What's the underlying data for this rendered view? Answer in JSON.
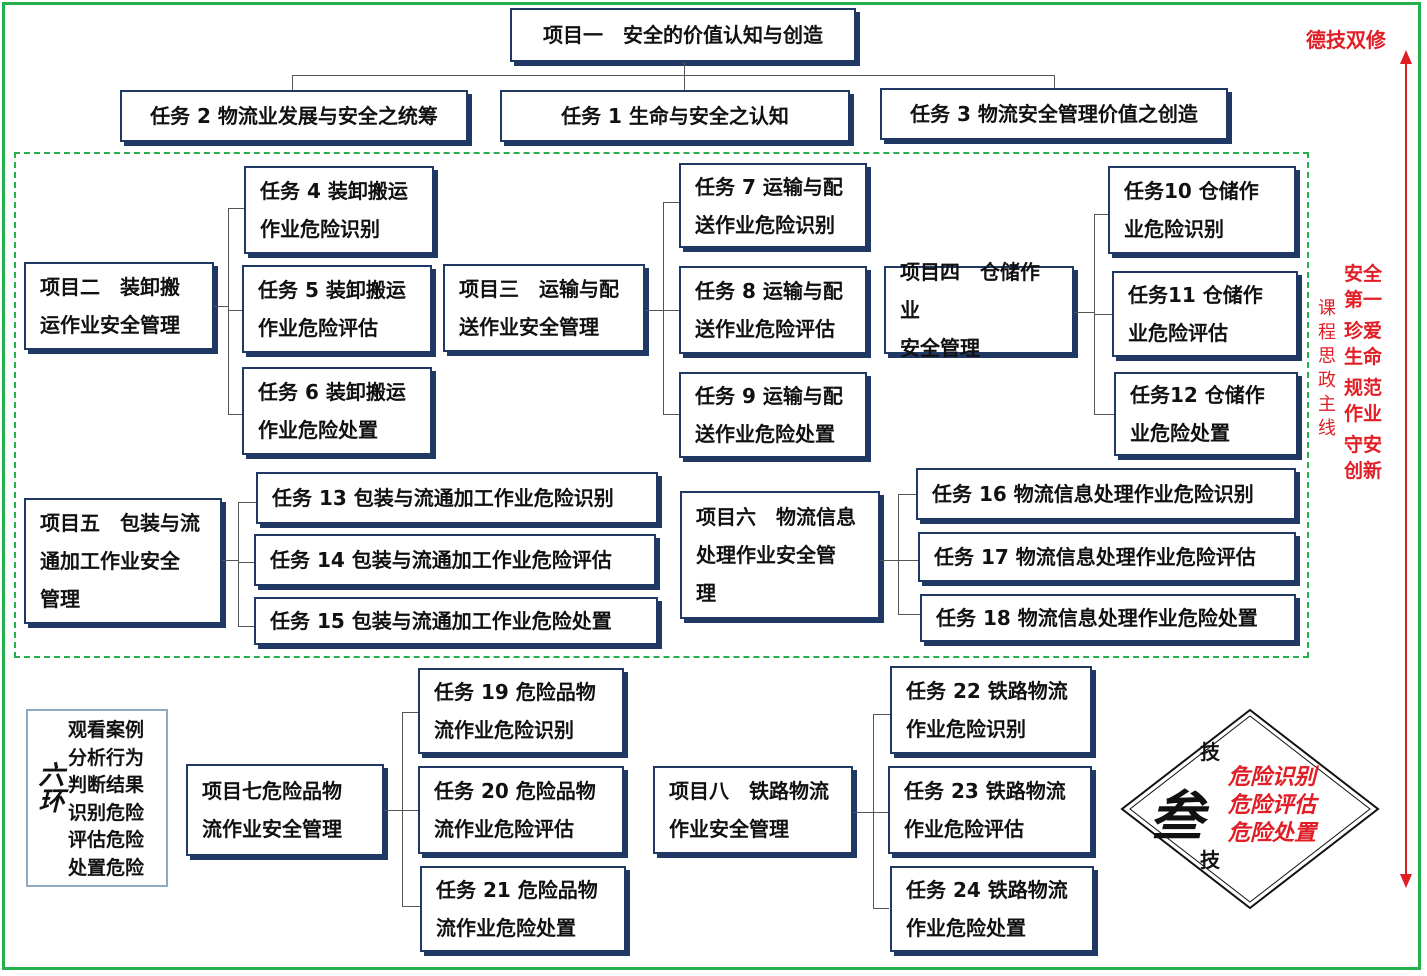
{
  "top": {
    "project1": "项目一　安全的价值认知与创造",
    "motto_top": "德技双修"
  },
  "tasks_row1": {
    "t2": "任务 2 物流业发展与安全之统筹",
    "t1": "任务 1 生命与安全之认知",
    "t3": "任务 3 物流安全管理价值之创造"
  },
  "project2": {
    "line1": "项目二　装卸搬",
    "line2": "运作业安全管理"
  },
  "t4": {
    "line1": "任务 4 装卸搬运",
    "line2": "作业危险识别"
  },
  "t5": {
    "line1": "任务 5 装卸搬运",
    "line2": "作业危险评估"
  },
  "t6": {
    "line1": "任务 6 装卸搬运",
    "line2": "作业危险处置"
  },
  "project3": {
    "line1": "项目三　运输与配",
    "line2": "送作业安全管理"
  },
  "t7": {
    "line1": "任务 7 运输与配",
    "line2": "送作业危险识别"
  },
  "t8": {
    "line1": "任务 8 运输与配",
    "line2": "送作业危险评估"
  },
  "t9": {
    "line1": "任务 9 运输与配",
    "line2": "送作业危险处置"
  },
  "project4": {
    "line1": "项目四　仓储作业",
    "line2": "安全管理"
  },
  "t10": {
    "line1": "任务10 仓储作",
    "line2": "业危险识别"
  },
  "t11": {
    "line1": "任务11 仓储作",
    "line2": "业危险评估"
  },
  "t12": {
    "line1": "任务12 仓储作",
    "line2": "业危险处置"
  },
  "project5": {
    "line1": "项目五　包装与流",
    "line2": "通加工作业安全",
    "line3": "管理"
  },
  "t13": "任务 13 包装与流通加工作业危险识别",
  "t14": "任务 14 包装与流通加工作业危险评估",
  "t15": "任务 15 包装与流通加工作业危险处置",
  "project6": {
    "line1": "项目六　物流信息",
    "line2": "处理作业安全管",
    "line3": "理"
  },
  "t16": "任务 16 物流信息处理作业危险识别",
  "t17": "任务 17 物流信息处理作业危险评估",
  "t18": "任务 18 物流信息处理作业危险处置",
  "project7": {
    "line1": "项目七危险品物",
    "line2": "流作业安全管理"
  },
  "t19": {
    "line1": "任务 19 危险品物",
    "line2": "流作业危险识别"
  },
  "t20": {
    "line1": "任务 20 危险品物",
    "line2": "流作业危险评估"
  },
  "t21": {
    "line1": "任务 21 危险品物",
    "line2": "流作业危险处置"
  },
  "project8": {
    "line1": "项目八　铁路物流",
    "line2": "作业安全管理"
  },
  "t22": {
    "line1": "任务 22 铁路物流",
    "line2": "作业危险识别"
  },
  "t23": {
    "line1": "任务 23 铁路物流",
    "line2": "作业危险评估"
  },
  "t24": {
    "line1": "任务 24 铁路物流",
    "line2": "作业危险处置"
  },
  "side": {
    "vertical_line": "课程思政主线",
    "mottos": [
      "安全",
      "第一",
      "珍爱",
      "生命",
      "规范",
      "作业",
      "守安",
      "创新"
    ]
  },
  "six_steps": {
    "label": "六环",
    "items": [
      "观看案例",
      "分析行为",
      "判断结果",
      "识别危险",
      "评估危险",
      "处置危险"
    ]
  },
  "diamond": {
    "center": "叁",
    "top": "技",
    "bottom": "技",
    "lines": [
      "危险识别",
      "危险评估",
      "危险处置"
    ]
  },
  "colors": {
    "frame": "#22b14c",
    "box_border": "#1f3864",
    "accent": "#e11d25"
  }
}
